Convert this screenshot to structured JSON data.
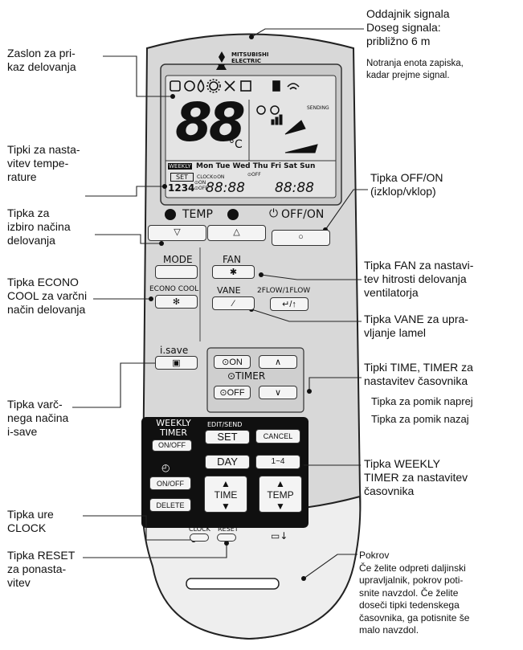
{
  "brand": {
    "name": "MITSUBISHI\nELECTRIC"
  },
  "lcd": {
    "temperature": "88",
    "unit": "°C",
    "sending": "SENDING",
    "days": "Mon Tue Wed Thu Fri Sat Sun",
    "weekly_badge": "WEEKLY",
    "set_badge": "SET",
    "clock_on": "CLOCK⊙ON",
    "nums": "1234",
    "on_off_small": "⊙ON\n⊙OFF",
    "time1": "88:88",
    "time2": "88:88",
    "off_small": "⊙OFF"
  },
  "remote": {
    "temp_label": "TEMP",
    "off_on_label": "OFF/ON",
    "mode": "MODE",
    "fan": "FAN",
    "econo_cool": "ECONO COOL",
    "vane": "VANE",
    "flow": "2FLOW/1FLOW",
    "isave": "i.save",
    "timer_on": "⊙ON",
    "timer_label": "⊙TIMER",
    "timer_off": "⊙OFF",
    "weekly_timer": "WEEKLY\nTIMER",
    "on_off": "ON/OFF",
    "edit_send": "EDIT/SEND",
    "set": "SET",
    "cancel": "CANCEL",
    "day": "DAY",
    "range": "1~4",
    "onoff2": "ON/OFF",
    "delete": "DELETE",
    "time": "TIME",
    "temp": "TEMP",
    "clock": "CLOCK",
    "reset": "RESET"
  },
  "labels": {
    "signal": "Oddajnik signala\nDoseg signala:\npribližno 6 m",
    "signal_note": "Notranja enota zapiska,\nkadar prejme signal.",
    "display": "Zaslon za pri-\nkaz delovanja",
    "temp_keys": "Tipki za nasta-\nvitev tempe-\nrature",
    "off_on": "Tipka OFF/ON\n(izklop/vklop)",
    "mode": "Tipka za\nizbiro načina\ndelovanja",
    "fan": "Tipka FAN za nastavi-\ntev hitrosti delovanja\nventilatorja",
    "econo": "Tipka ECONO\nCOOL za varčni\nnačin delovanja",
    "vane": "Tipka VANE za upra-\nvljanje lamel",
    "timer": "Tipki TIME, TIMER za\nnastavitev časovnika",
    "timer_fwd": "Tipka za pomik naprej",
    "timer_back": "Tipka za pomik nazaj",
    "isave": "Tipka varč-\nnega načina\ni-save",
    "weekly": "Tipka WEEKLY\nTIMER za nastavitev\nčasovnika",
    "clock": "Tipka ure\nCLOCK",
    "reset": "Tipka RESET\nza ponasta-\nvitev",
    "cover": "Pokrov\nČe želite odpreti daljinski\nupravljalnik, pokrov poti-\nsnite navzdol. Če želite\ndoseči tipki tedenskega\nčasovnika, ga potisnite še\nmalo navzdol."
  }
}
